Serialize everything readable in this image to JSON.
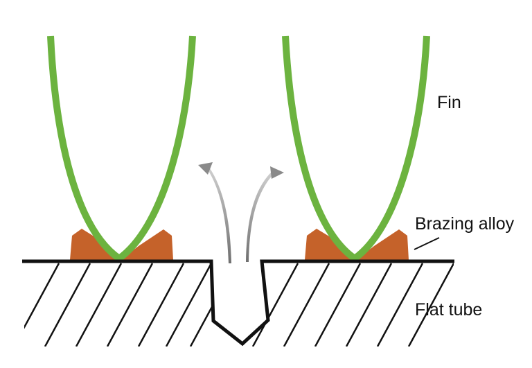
{
  "labels": {
    "fin": "Fin",
    "brazing_alloy": "Brazing alloy",
    "flat_tube": "Flat tube"
  },
  "colors": {
    "fin": "#6cb33f",
    "brazing_alloy": "#c5622a",
    "tube_outline": "#111111",
    "arrow": "#8a8a8a"
  }
}
